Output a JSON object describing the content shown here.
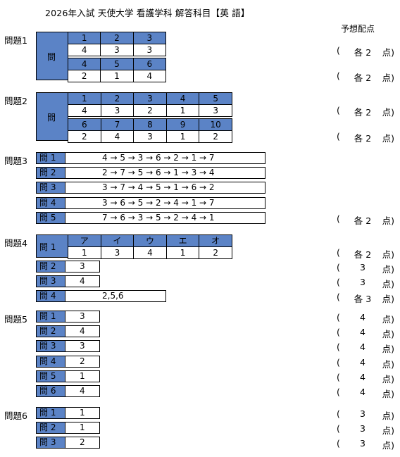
{
  "title": "2026年入試 天使大学 看護学科 解答科目【英 語】",
  "score_header": "予想配点",
  "q1": {
    "label": "問題1",
    "mon": "問",
    "rows": [
      {
        "h": [
          "1",
          "2",
          "3"
        ],
        "v": [
          "4",
          "3",
          "3"
        ]
      },
      {
        "h": [
          "4",
          "5",
          "6"
        ],
        "v": [
          "2",
          "1",
          "4"
        ]
      }
    ]
  },
  "q2": {
    "label": "問題2",
    "mon": "問",
    "rows": [
      {
        "h": [
          "1",
          "2",
          "3",
          "4",
          "5"
        ],
        "v": [
          "4",
          "3",
          "2",
          "1",
          "3"
        ]
      },
      {
        "h": [
          "6",
          "7",
          "8",
          "9",
          "10"
        ],
        "v": [
          "2",
          "4",
          "3",
          "1",
          "2"
        ]
      }
    ]
  },
  "q3": {
    "label": "問題3",
    "items": [
      {
        "tag": "問 1",
        "answer": "4 → 5 → 3 → 6 → 2 → 1 → 7"
      },
      {
        "tag": "問 2",
        "answer": "2 → 7 → 5 → 6 → 1 → 3 → 4"
      },
      {
        "tag": "問 3",
        "answer": "3 → 7 → 4 → 5 → 1 → 6 → 2"
      },
      {
        "tag": "問 4",
        "answer": "3 → 6 → 5 → 2 → 4 → 1 → 7"
      },
      {
        "tag": "問 5",
        "answer": "7 → 6 → 3 → 5 → 2 → 4 → 1"
      }
    ]
  },
  "q4": {
    "label": "問題4",
    "mon1": "問 1",
    "kana": [
      "ア",
      "イ",
      "ウ",
      "エ",
      "オ"
    ],
    "kana_ans": [
      "1",
      "3",
      "4",
      "1",
      "2"
    ],
    "items": [
      {
        "tag": "問 2",
        "answer": "3"
      },
      {
        "tag": "問 3",
        "answer": "4"
      },
      {
        "tag": "問 4",
        "answer": "2,5,6"
      }
    ]
  },
  "q5": {
    "label": "問題5",
    "items": [
      {
        "tag": "問 1",
        "answer": "3"
      },
      {
        "tag": "問 2",
        "answer": "4"
      },
      {
        "tag": "問 3",
        "answer": "3"
      },
      {
        "tag": "問 4",
        "answer": "2"
      },
      {
        "tag": "問 5",
        "answer": "1"
      },
      {
        "tag": "問 6",
        "answer": "4"
      }
    ]
  },
  "q6": {
    "label": "問題6",
    "items": [
      {
        "tag": "問 1",
        "answer": "1"
      },
      {
        "tag": "問 2",
        "answer": "1"
      },
      {
        "tag": "問 3",
        "answer": "2"
      }
    ]
  },
  "points": {
    "open": "(",
    "close": "点)",
    "p_q1a": "各 2",
    "p_q1b": "各 2",
    "p_q2a": "各 2",
    "p_q2b": "各 2",
    "p_q3": "各 2",
    "p_q4_1": "各 2",
    "p_q4_2": "3",
    "p_q4_3": "3",
    "p_q4_4": "各 3",
    "p_q5_1": "4",
    "p_q5_2": "4",
    "p_q5_3": "4",
    "p_q5_4": "4",
    "p_q5_5": "4",
    "p_q5_6": "4",
    "p_q6_1": "3",
    "p_q6_2": "3",
    "p_q6_3": "3"
  }
}
